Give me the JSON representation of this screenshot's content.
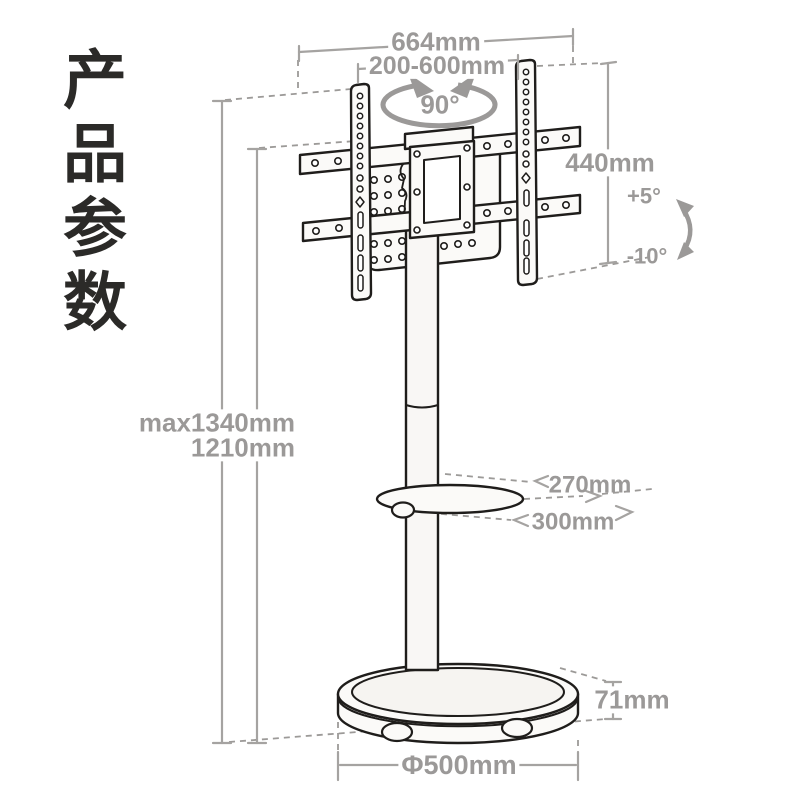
{
  "title": {
    "text": "产品参数"
  },
  "dimensions": {
    "top_width": "664mm",
    "vesa_range": "200-600mm",
    "swivel_angle": "90°",
    "bracket_height": "440mm",
    "tilt_up": "+5°",
    "tilt_down": "-10°",
    "height_max": "max1340mm",
    "height_alt": "1210mm",
    "shelf_depth": "270mm",
    "shelf_width": "300mm",
    "base_thickness": "71mm",
    "base_diameter": "Φ500mm"
  },
  "colors": {
    "ink": "#1f1d1b",
    "dimension_gray": "#9b9998",
    "title_text": "#2b2a28",
    "background": "#ffffff"
  }
}
